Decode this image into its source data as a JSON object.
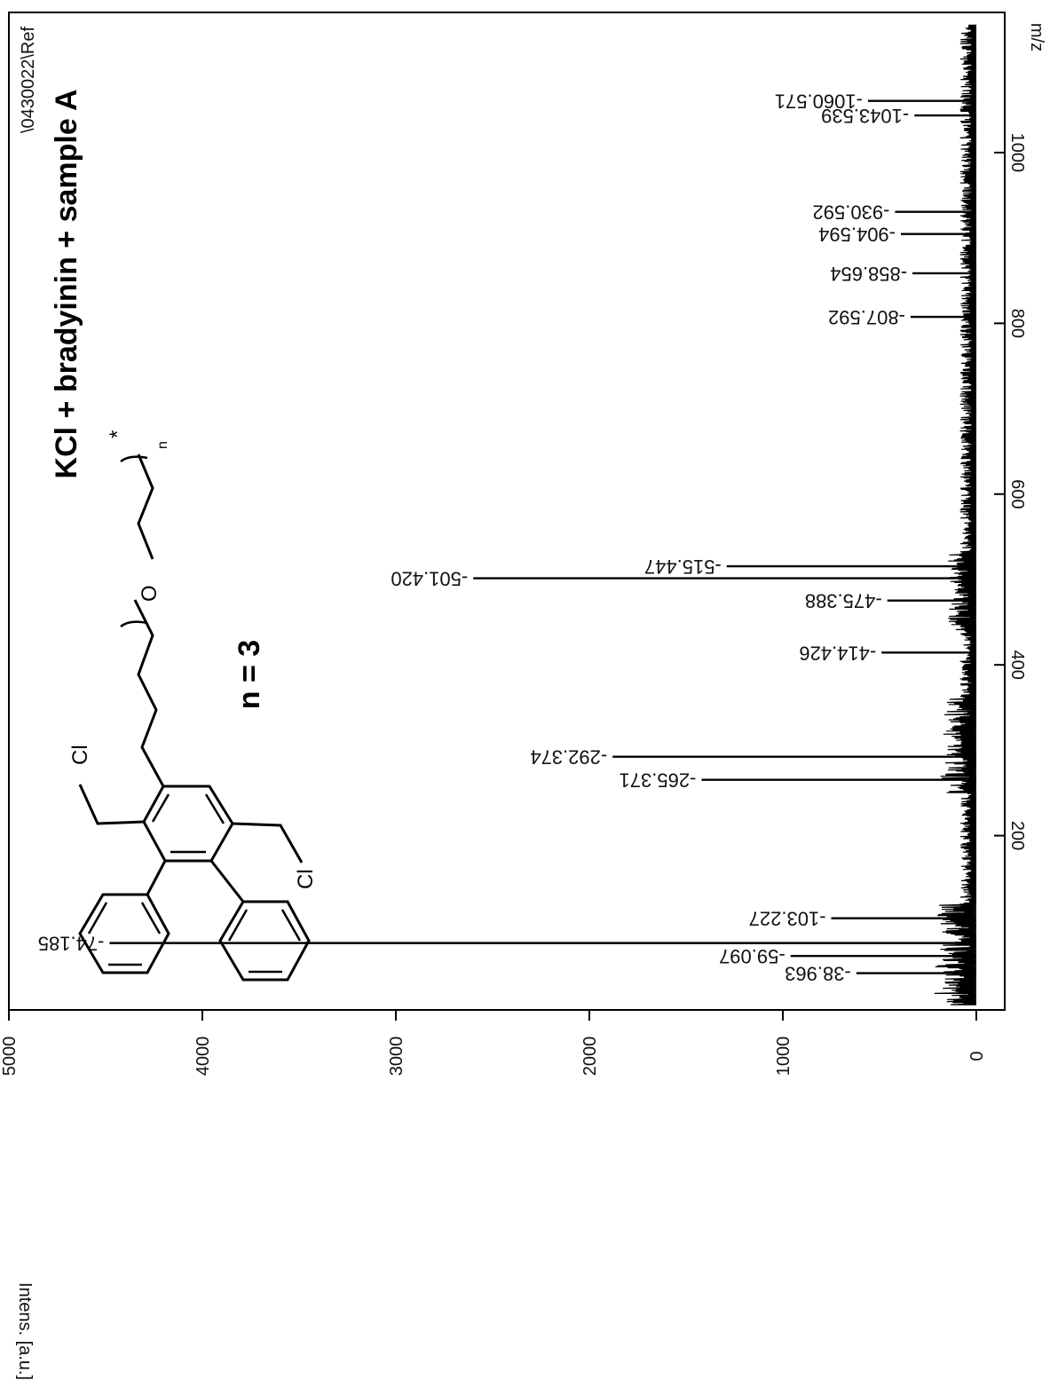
{
  "chart_data": {
    "type": "line",
    "title": "KCl + bradyinin + sample A",
    "reference": "\\0430022\\Ref",
    "xlabel": "m/z",
    "ylabel": "Intens. [a.u.]",
    "xlim": [
      0,
      1160
    ],
    "ylim": [
      0,
      5000
    ],
    "x_ticks": [
      "200",
      "400",
      "600",
      "800",
      "1000"
    ],
    "y_ticks": [
      "0",
      "1000",
      "2000",
      "3000",
      "4000",
      "5000"
    ],
    "peaks": [
      {
        "x": 38.963,
        "y": 620,
        "label": "-38.963"
      },
      {
        "x": 59.097,
        "y": 960,
        "label": "-59.097"
      },
      {
        "x": 74.185,
        "y": 4480,
        "label": "-74.185"
      },
      {
        "x": 103.227,
        "y": 750,
        "label": "-103.227"
      },
      {
        "x": 265.371,
        "y": 1420,
        "label": "-265.371"
      },
      {
        "x": 292.374,
        "y": 1880,
        "label": "-292.374"
      },
      {
        "x": 414.426,
        "y": 490,
        "label": "-414.426"
      },
      {
        "x": 475.388,
        "y": 460,
        "label": "-475.388"
      },
      {
        "x": 501.42,
        "y": 2600,
        "label": "-501.420"
      },
      {
        "x": 515.447,
        "y": 1290,
        "label": "-515.447"
      },
      {
        "x": 807.592,
        "y": 340,
        "label": "-807.592"
      },
      {
        "x": 858.654,
        "y": 330,
        "label": "-858.654"
      },
      {
        "x": 904.594,
        "y": 390,
        "label": "-904.594"
      },
      {
        "x": 930.592,
        "y": 420,
        "label": "-930.592"
      },
      {
        "x": 1043.539,
        "y": 320,
        "label": "-1043.539"
      },
      {
        "x": 1060.571,
        "y": 560,
        "label": "-1060.571"
      }
    ]
  },
  "structure": {
    "n_label": "n = 3",
    "atoms": {
      "cl_top": "Cl",
      "cl_bottom": "Cl",
      "oxygen": "O",
      "subscript": "n",
      "star": "*"
    }
  }
}
